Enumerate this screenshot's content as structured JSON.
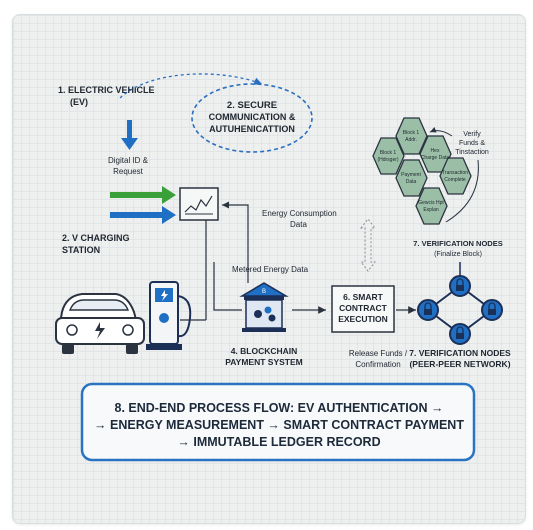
{
  "labels": {
    "ev_title_1": "1. ELECTRIC VEHICLE",
    "ev_title_2": "(EV)",
    "secure_1": "2. SECURE",
    "secure_2": "COMMUNICATION &",
    "secure_3": "AUTUHENICATTION",
    "digital_id_1": "Digital ID &",
    "digital_id_2": "Request",
    "station_1": "2. V CHARGING",
    "station_2": "STATION",
    "energy_consumption_1": "Energy Consumption",
    "energy_consumption_2": "Data",
    "metered": "Metered Energy Data",
    "blockchain_1": "4. BLOCKCHAIN",
    "blockchain_2": "PAYMENT SYSTEM",
    "contract_1": "6. SMART",
    "contract_2": "CONTRACT",
    "contract_3": "EXECUTION",
    "release_1": "Release Funds /",
    "release_2": "Confirmation",
    "verif_top_1": "7. VERIFICATION NODES",
    "verif_top_2": "(Finalize Block)",
    "verif_bottom_1": "7. VERIFICATION NODES",
    "verif_bottom_2": "(PEER-PEER NETWORK)",
    "verify_1": "Verify",
    "verify_2": "Funds &",
    "verify_3": "Tinstaction"
  },
  "hex_blocks": [
    {
      "l1": "Block 1",
      "l2": "(Hdrsger)"
    },
    {
      "l1": "Block 1",
      "l2": "Addr."
    },
    {
      "l1": "Hex",
      "l2": "Charge Data"
    },
    {
      "l1": "Payment",
      "l2": "Data"
    },
    {
      "l1": "Transaction",
      "l2": "Complete"
    },
    {
      "l1": "Gewcis Hpt",
      "l2": "Explan"
    }
  ],
  "summary": {
    "line1": "8. END-END PROCESS FLOW: EV AUTHENTICATION →",
    "line2": "→ ENERGY MEASUREMENT → SMART CONTRACT PAYMENT",
    "line3": "→ IMMUTABLE LEDGER RECORD"
  },
  "colors": {
    "blue": "#1f6fc4",
    "navy": "#1c2f56",
    "green": "#3aa03a",
    "hex_fill": "#9bbfa6",
    "summary_border": "#2a73c2"
  }
}
